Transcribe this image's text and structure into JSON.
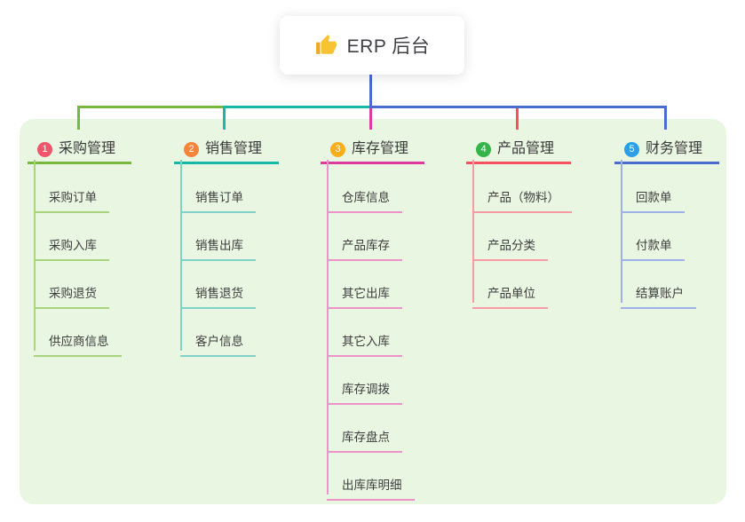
{
  "root": {
    "title": "ERP 后台",
    "icon": "thumbs-up-icon",
    "icon_color": "#f7c331",
    "stem_color": "#4a68cc"
  },
  "colors": {
    "page_bg": "#ffffff",
    "panel_bg": "#e9f6e2",
    "root_card_bg": "#ffffff",
    "text": "#3a3a3a"
  },
  "branches": [
    {
      "num": "1",
      "label": "采购管理",
      "badge_color": "#f0566a",
      "line_color": "#7ab83d",
      "child_line_color": "#a8d37f",
      "children": [
        "采购订单",
        "采购入库",
        "采购退货",
        "供应商信息"
      ]
    },
    {
      "num": "2",
      "label": "销售管理",
      "badge_color": "#f8833b",
      "line_color": "#16b8a6",
      "child_line_color": "#7fd2c6",
      "children": [
        "销售订单",
        "销售出库",
        "销售退货",
        "客户信息"
      ]
    },
    {
      "num": "3",
      "label": "库存管理",
      "badge_color": "#fbae17",
      "line_color": "#df3a9d",
      "child_line_color": "#ee93c8",
      "children": [
        "仓库信息",
        "产品库存",
        "其它出库",
        "其它入库",
        "库存调拨",
        "库存盘点",
        "出库库明细"
      ]
    },
    {
      "num": "4",
      "label": "产品管理",
      "badge_color": "#35b44a",
      "line_color": "#f5515f",
      "child_line_color": "#f79aa4",
      "children": [
        "产品（物料）",
        "产品分类",
        "产品单位"
      ]
    },
    {
      "num": "5",
      "label": "财务管理",
      "badge_color": "#2b9fe8",
      "line_color": "#4a6bd0",
      "child_line_color": "#9db1e5",
      "children": [
        "回款单",
        "付款单",
        "结算账户"
      ]
    }
  ]
}
